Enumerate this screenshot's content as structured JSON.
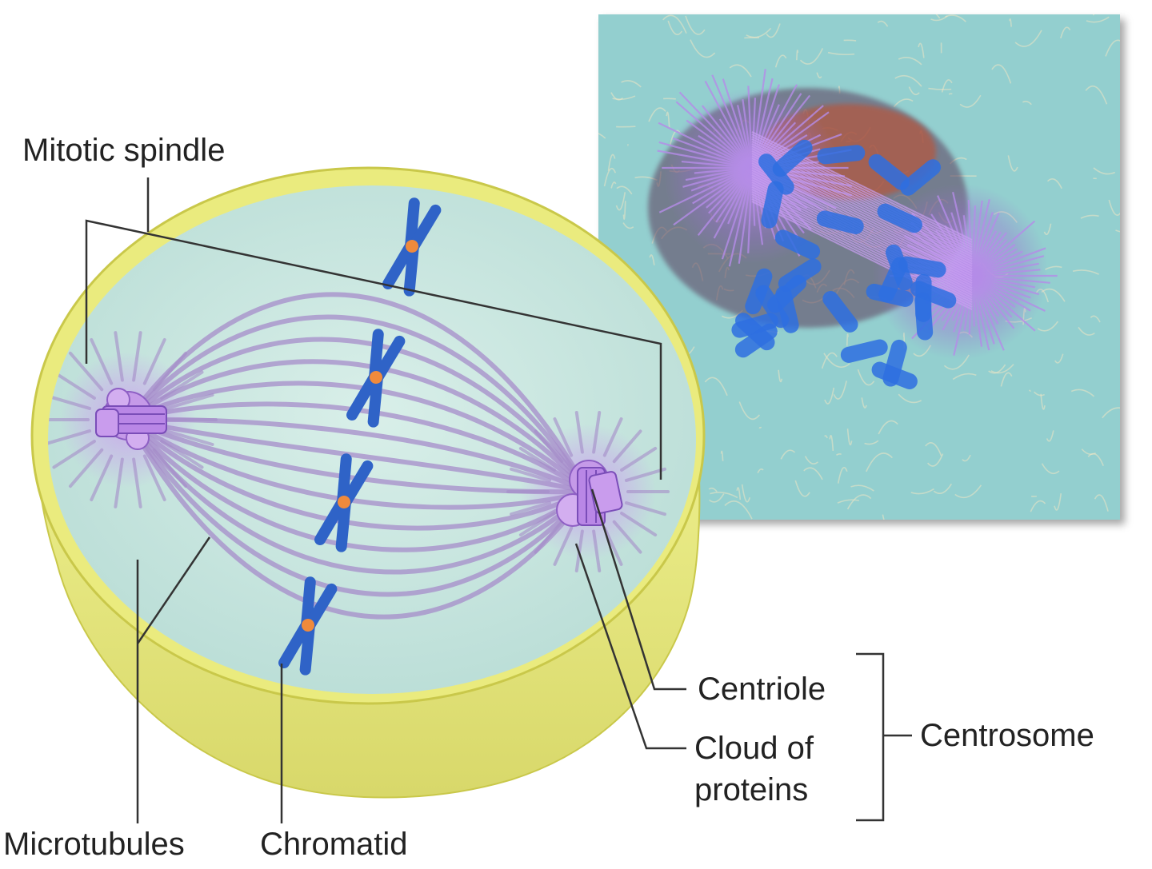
{
  "labels": {
    "mitotic_spindle": "Mitotic spindle",
    "microtubules": "Microtubules",
    "chromatid": "Chromatid",
    "centriole": "Centriole",
    "cloud_line1": "Cloud of",
    "cloud_line2": "proteins",
    "centrosome": "Centrosome"
  },
  "colors": {
    "cell_wall_yellow": "#e8ea8c",
    "cell_rim": "#d4d23a",
    "cytoplasm": "#cfe8e2",
    "spindle_fiber": "#a58cc9",
    "centrosome_purple": "#b98fe0",
    "chromatid_blue": "#2f63c7",
    "centromere_orange": "#f08a3c",
    "micrograph_bg": "#93cfcf",
    "leader_line": "#333333"
  },
  "icons": {
    "chromosome": "x-shaped-chromosome-icon",
    "centrosome": "centrosome-icon"
  }
}
